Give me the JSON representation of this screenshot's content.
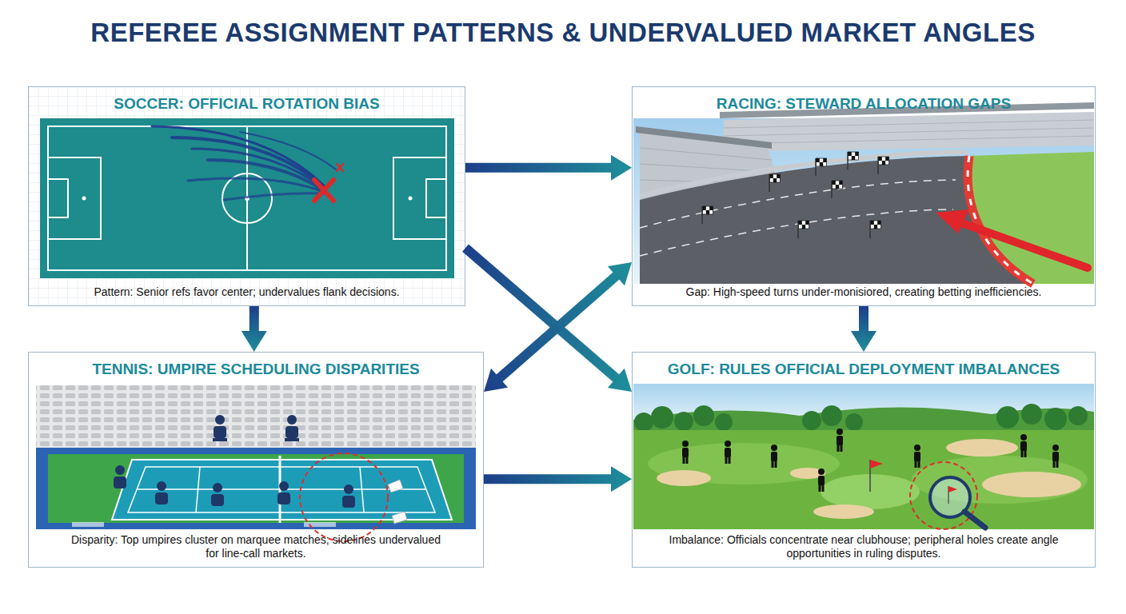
{
  "diagram": {
    "title": "REFEREE ASSIGNMENT PATTERNS & UNDERVALUED MARKET ANGLES",
    "nodes": [
      {
        "text": [
          "SOCCER: OFFICIAL ROTATION BIAS",
          "Pattern: Senior refs favor center; undervalues flank decisions."
        ]
      },
      {
        "text": [
          "RACING: STEWARD ALLOCATION GAPS",
          "Gap: High-speed turns under-monisiored, creating betting inefficiencies."
        ]
      },
      {
        "text": [
          "TENNIS: UMPIRE SCHEDULING DISPARITIES",
          "Disparity: Top umpires cluster on marquee matches; sidelines undervalued for line-call markets."
        ]
      },
      {
        "text": [
          "GOLF: RULES OFFICIAL DEPLOYMENT IMBALANCES",
          "Imbalance: Officials concentrate near clubhouse; peripheral holes create angle opportunities in ruling disputes."
        ]
      }
    ],
    "edges": [
      {
        "from": 0,
        "to": 1,
        "arrow": "to"
      },
      {
        "from": 0,
        "to": 2,
        "arrow": "to"
      },
      {
        "from": 0,
        "to": 3,
        "arrow": "to"
      },
      {
        "from": 2,
        "to": 1,
        "arrow": "both"
      },
      {
        "from": 1,
        "to": 3,
        "arrow": "to"
      },
      {
        "from": 2,
        "to": 3,
        "arrow": "to"
      }
    ]
  }
}
